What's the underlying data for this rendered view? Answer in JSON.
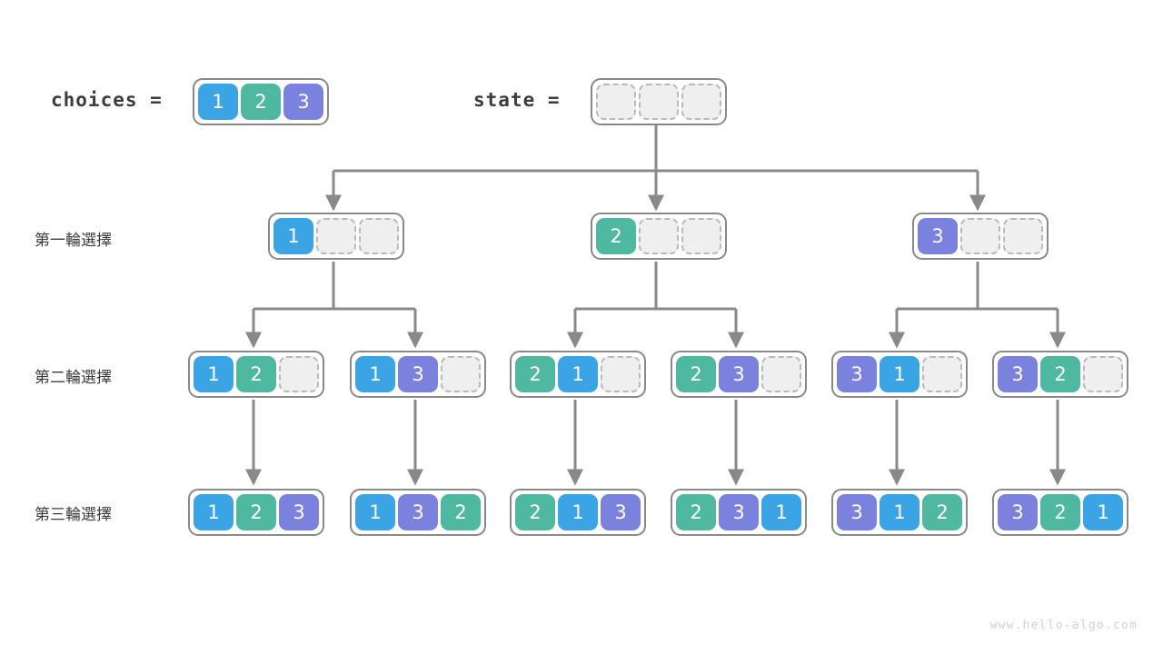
{
  "header": {
    "choices_label": "choices =",
    "state_label": "state =",
    "choices_values": [
      "1",
      "2",
      "3"
    ],
    "state_values": [
      "",
      "",
      ""
    ]
  },
  "row_labels": [
    "第一輪選擇",
    "第二輪選擇",
    "第三輪選擇"
  ],
  "colors": {
    "value_1": "#3aa4e4",
    "value_2": "#4fb8a0",
    "value_3": "#7a82dd",
    "stroke": "#898989",
    "empty_fill": "#efefef",
    "empty_border": "#b9b9b9",
    "text": "#3c3c3c",
    "watermark": "#d2d2d2"
  },
  "levels": {
    "level1": [
      {
        "cells": [
          "1",
          "",
          ""
        ]
      },
      {
        "cells": [
          "2",
          "",
          ""
        ]
      },
      {
        "cells": [
          "3",
          "",
          ""
        ]
      }
    ],
    "level2": [
      {
        "cells": [
          "1",
          "2",
          ""
        ]
      },
      {
        "cells": [
          "1",
          "3",
          ""
        ]
      },
      {
        "cells": [
          "2",
          "1",
          ""
        ]
      },
      {
        "cells": [
          "2",
          "3",
          ""
        ]
      },
      {
        "cells": [
          "3",
          "1",
          ""
        ]
      },
      {
        "cells": [
          "3",
          "2",
          ""
        ]
      }
    ],
    "level3": [
      {
        "cells": [
          "1",
          "2",
          "3"
        ]
      },
      {
        "cells": [
          "1",
          "3",
          "2"
        ]
      },
      {
        "cells": [
          "2",
          "1",
          "3"
        ]
      },
      {
        "cells": [
          "2",
          "3",
          "1"
        ]
      },
      {
        "cells": [
          "3",
          "1",
          "2"
        ]
      },
      {
        "cells": [
          "3",
          "2",
          "1"
        ]
      }
    ]
  },
  "watermark": "www.hello-algo.com"
}
